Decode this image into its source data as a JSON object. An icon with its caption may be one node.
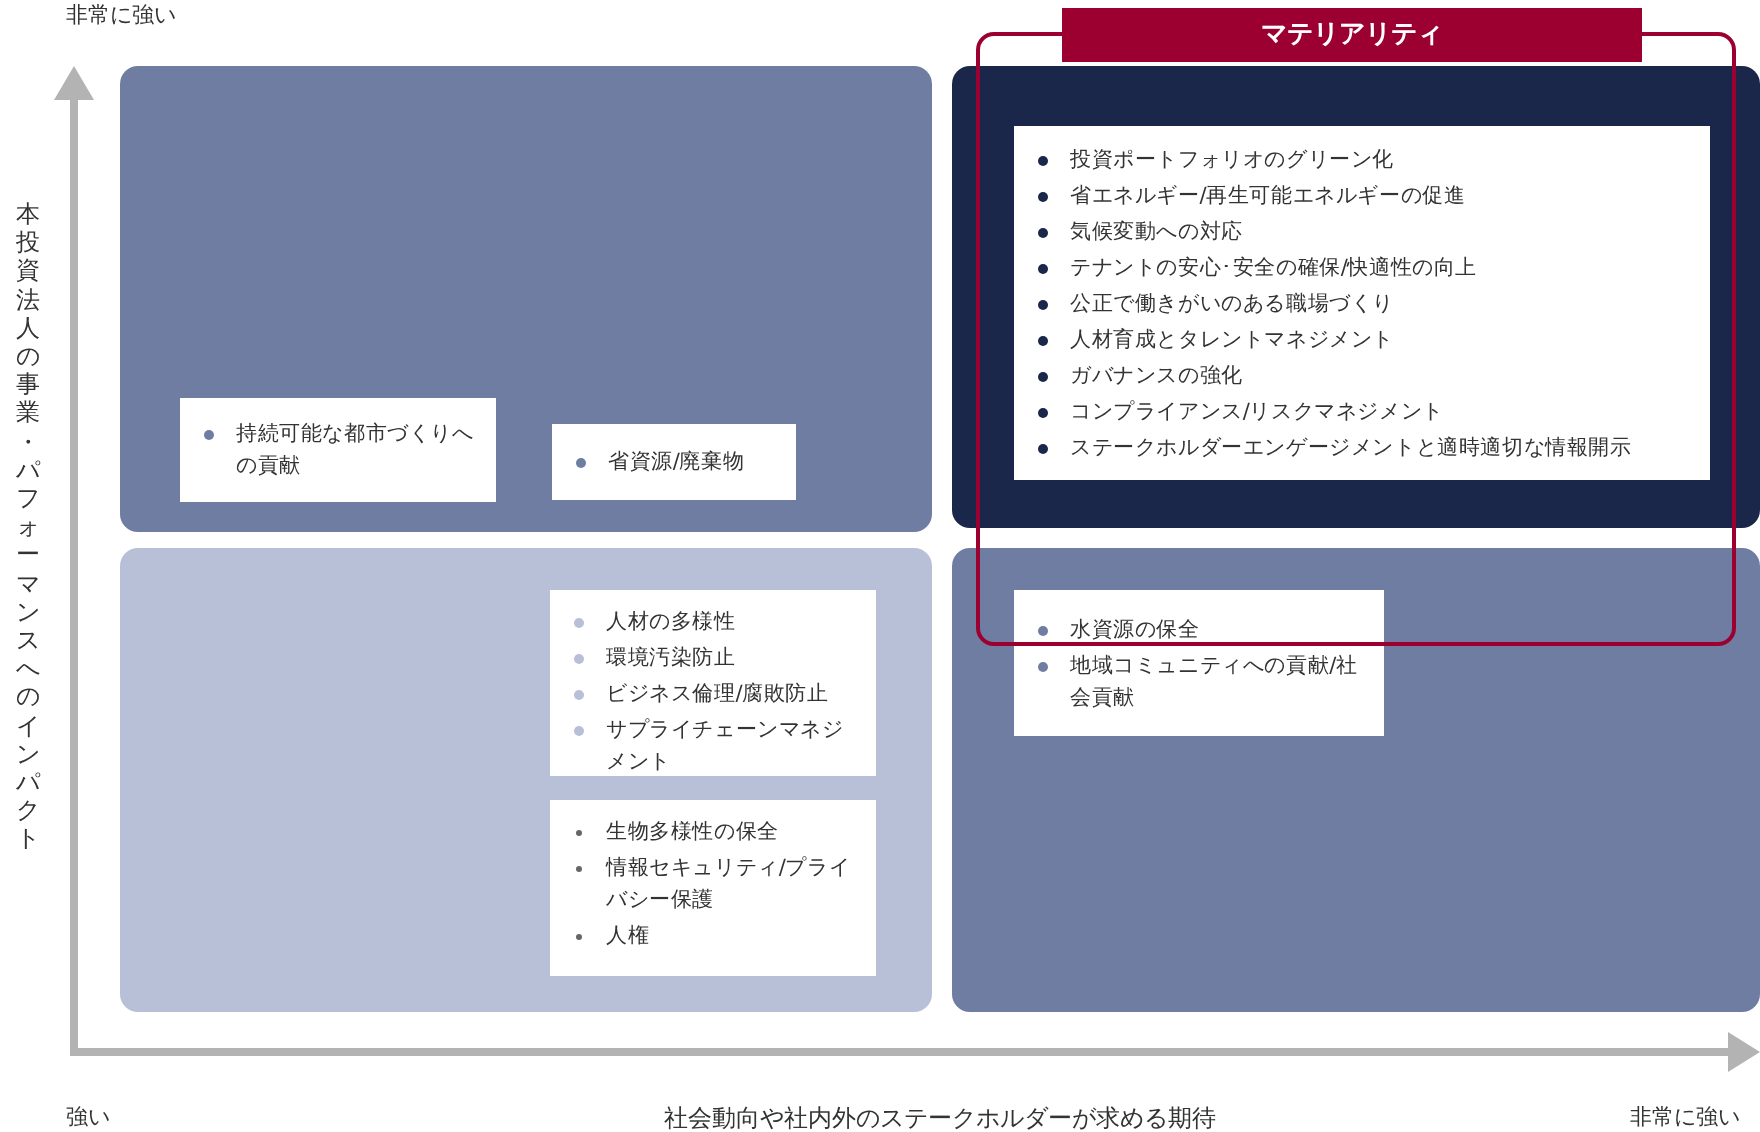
{
  "diagram": {
    "nodes": [
      {
        "text": [],
        "shape": "box"
      },
      {
        "text": [
          "持続可能な都市づくりへの貢献"
        ],
        "in": 0
      },
      {
        "text": [
          "省資源/廃棄物"
        ],
        "in": 0
      },
      {
        "text": [],
        "shape": "box"
      },
      {
        "text": [
          "投資ポートフォリオのグリーン化",
          "省エネルギー/再生可能エネルギーの促進",
          "気候変動への対応",
          "テナントの安心･安全の確保/快適性の向上",
          "公正で働きがいのある職場づくり",
          "人材育成とタレントマネジメント",
          "ガバナンスの強化",
          "コンプライアンス/リスクマネジメント",
          "ステークホルダーエンゲージメントと適時適切な情報開示"
        ],
        "in": 3
      },
      {
        "text": [],
        "shape": "box"
      },
      {
        "text": [
          "人材の多様性",
          "環境汚染防止",
          "ビジネス倫理/腐敗防止",
          "サプライチェーンマネジメント"
        ],
        "in": 5
      },
      {
        "text": [
          "生物多様性の保全",
          "情報セキュリティ/プライバシー保護",
          "人権"
        ],
        "in": 5
      },
      {
        "text": [],
        "shape": "box"
      },
      {
        "text": [
          "水資源の保全",
          "地域コミュニティへの貢献/社会貢献"
        ],
        "in": 8
      },
      {
        "text": [
          "マテリアリティ"
        ]
      }
    ],
    "edges": [],
    "labels": [
      "非常に強い",
      "本投資法人の事業・パフォーマンスへのインパクト",
      "強い",
      "社会動向や社内外のステークホルダーが求める期待",
      "非常に強い"
    ]
  }
}
